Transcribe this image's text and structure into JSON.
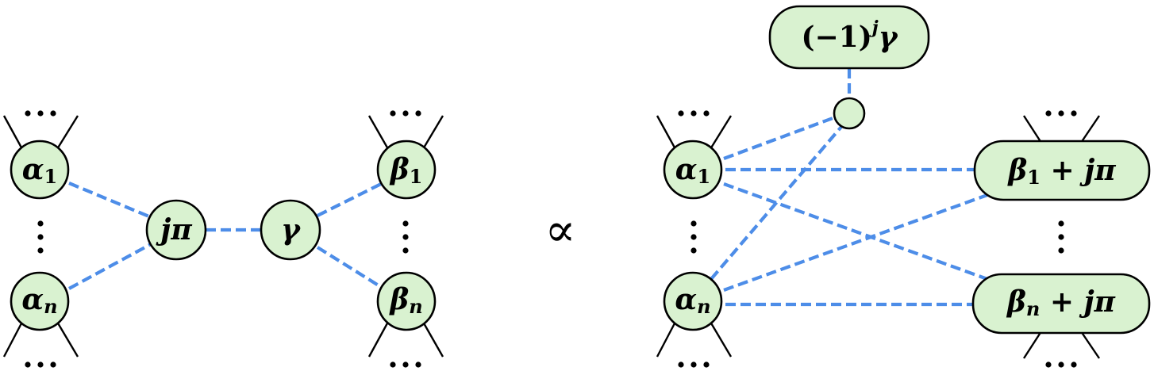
{
  "lhs": {
    "alpha_1": {
      "sym": "α",
      "sub": "1"
    },
    "alpha_n": {
      "sym": "α",
      "sub": "n"
    },
    "j_pi": "jπ",
    "gamma": "γ",
    "beta_1": {
      "sym": "β",
      "sub": "1"
    },
    "beta_n": {
      "sym": "β",
      "sub": "n"
    }
  },
  "relation": "∝",
  "rhs": {
    "phase_node": {
      "pre": "(−1)",
      "exp": "j",
      "post": "γ"
    },
    "alpha_1": {
      "sym": "α",
      "sub": "1"
    },
    "alpha_n": {
      "sym": "α",
      "sub": "n"
    },
    "beta_1": {
      "sym": "β",
      "sub": "1",
      "rest": " + jπ"
    },
    "beta_n": {
      "sym": "β",
      "sub": "n",
      "rest": " + jπ"
    }
  },
  "ellipsis": "⋯",
  "colors": {
    "node_fill": "#d9f2d0",
    "wire": "#4d8de8",
    "outline": "#000000"
  }
}
